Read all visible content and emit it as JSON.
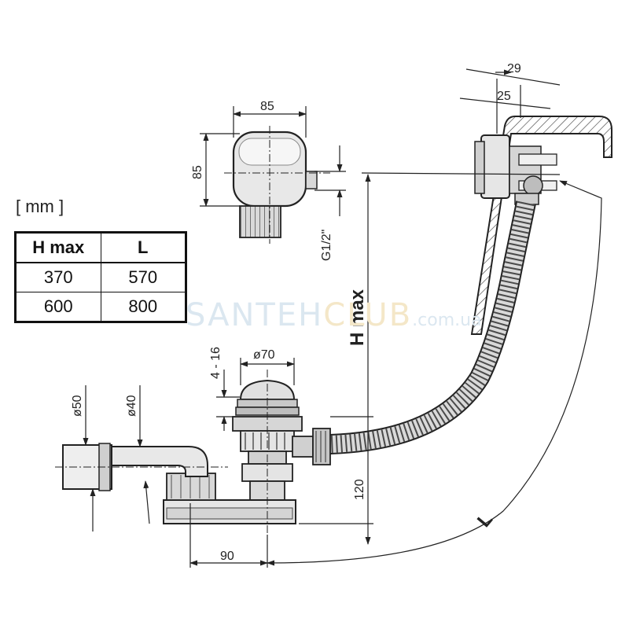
{
  "units_label": "[ mm ]",
  "table": {
    "headers": [
      "H max",
      "L"
    ],
    "rows": [
      [
        "370",
        "570"
      ],
      [
        "600",
        "800"
      ]
    ]
  },
  "dimensions": {
    "top_width_29": "29",
    "top_width_25": "25",
    "box_width": "85",
    "box_height": "85",
    "thread": "G1/2\"",
    "h_max": "H max",
    "range_4_16": "4 - 16",
    "dia_70": "ø70",
    "dia_50": "ø50",
    "dia_40": "ø40",
    "height_120": "120",
    "offset_90": "90",
    "length_L": "L"
  },
  "watermark": {
    "part1": "SANTEH",
    "part2": "CLUB",
    "domain": ".com.ua"
  },
  "colors": {
    "line": "#222222",
    "fill": "#e3e3e3",
    "dark_fill": "#9a9a9a"
  }
}
